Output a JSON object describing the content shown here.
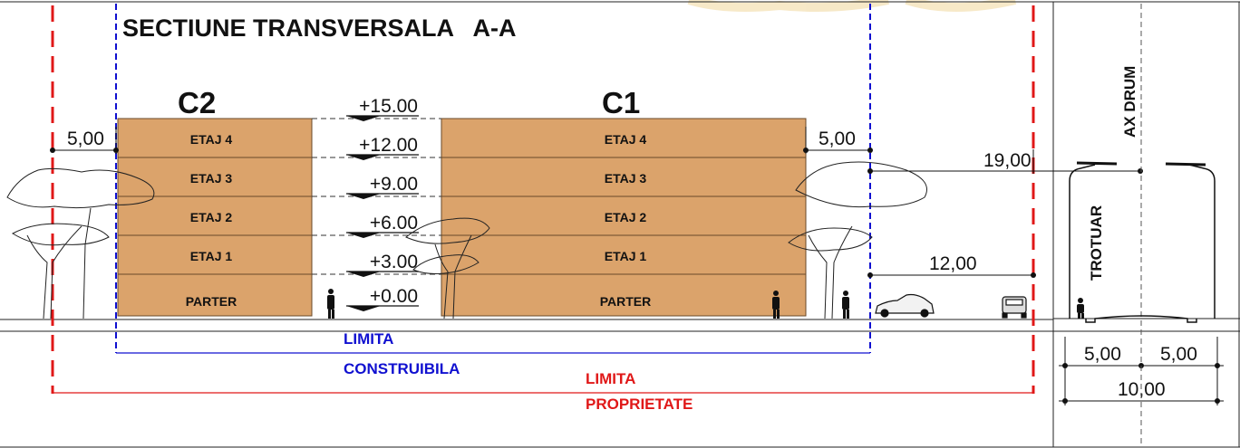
{
  "title": "SECTIUNE TRANSVERSALA   A-A",
  "buildings": {
    "left": {
      "name": "C2",
      "floors": [
        "ETAJ 4",
        "ETAJ 3",
        "ETAJ 2",
        "ETAJ 1",
        "PARTER"
      ]
    },
    "right": {
      "name": "C1",
      "floors": [
        "ETAJ 4",
        "ETAJ 3",
        "ETAJ 2",
        "ETAJ 1",
        "PARTER"
      ]
    }
  },
  "levels": [
    "+15.00",
    "+12.00",
    "+9.00",
    "+6.00",
    "+3.00",
    "+0.00"
  ],
  "dimensions": {
    "left_setback": "5,00",
    "right_setback": "5,00",
    "dist_upper": "19,00",
    "dist_lower": "12,00",
    "road_half_left": "5,00",
    "road_half_right": "5,00",
    "road_total": "10,00"
  },
  "limits": {
    "buildable_line1": "LIMITA",
    "buildable_line2": "CONSTRUIBILA",
    "property_line1": "LIMITA",
    "property_line2": "PROPRIETATE"
  },
  "road_labels": {
    "axis": "AX DRUM",
    "sidewalk": "TROTUAR"
  },
  "colors": {
    "building": "#dba36b",
    "buildable_limit": "#1010d0",
    "property_limit": "#e01818"
  }
}
